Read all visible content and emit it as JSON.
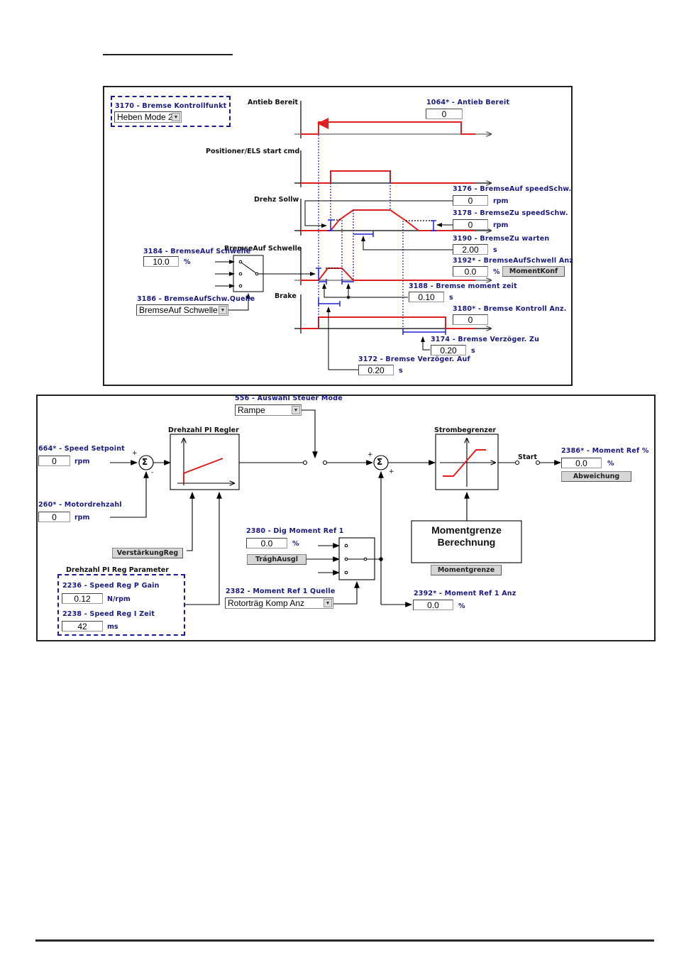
{
  "top_diagram": {
    "brake_mode": {
      "label": "3170 - Bremse Kontrollfunkt",
      "value": "Heben Mode 2"
    },
    "signals": {
      "drive_ready": "Antieb Bereit",
      "start_cmd": "Positioner/ELS start cmd",
      "speed_ref": "Drehz Sollw",
      "brake_open_threshold": "BremseAuf Schwelle",
      "brake": "Brake"
    },
    "drive_ready_readout": {
      "label": "1064* - Antieb Bereit",
      "value": "0"
    },
    "brake_open_speed": {
      "label": "3176 - BremseAuf speedSchw.",
      "value": "0",
      "unit": "rpm"
    },
    "brake_close_speed": {
      "label": "3178 - BremseZu speedSchw.",
      "value": "0",
      "unit": "rpm"
    },
    "brake_close_wait": {
      "label": "3190 - BremseZu warten",
      "value": "2.00",
      "unit": "s"
    },
    "brake_open_thresh_display": {
      "label": "3192* - BremseAufSchwell Anz",
      "value": "0.0",
      "unit": "%",
      "button": "MomentKonf"
    },
    "brake_torque_time": {
      "label": "3188 - Bremse moment zeit",
      "value": "0.10",
      "unit": "s"
    },
    "brake_control_display": {
      "label": "3180* - Bremse Kontroll Anz.",
      "value": "0"
    },
    "brake_delay_close": {
      "label": "3174 - Bremse Verzöger. Zu",
      "value": "0.20",
      "unit": "s"
    },
    "brake_delay_open": {
      "label": "3172 - Bremse Verzöger. Auf",
      "value": "0.20",
      "unit": "s"
    },
    "brake_open_threshold_param": {
      "label": "3184 - BremseAuf Schwelle",
      "value": "10.0",
      "unit": "%"
    },
    "brake_open_threshold_source": {
      "label": "3186 - BremseAufSchw.Quelle",
      "value": "BremseAuf Schwelle"
    }
  },
  "bottom_diagram": {
    "control_mode": {
      "label": "556 - Auswahl Steuer Mode",
      "value": "Rampe"
    },
    "speed_setpoint": {
      "label": "664* - Speed Setpoint",
      "value": "0",
      "unit": "rpm"
    },
    "motor_speed": {
      "label": "260* - Motordrehzahl",
      "value": "0",
      "unit": "rpm"
    },
    "speed_pi_title": "Drehzahl PI Regler",
    "gain_button": "VerstärkungReg",
    "pi_params": {
      "title": "Drehzahl PI Reg Parameter",
      "p_gain": {
        "label": "2236 - Speed Reg P Gain",
        "value": "0.12",
        "unit": "N/rpm"
      },
      "i_time": {
        "label": "2238 - Speed Reg I Zeit",
        "value": "42",
        "unit": "ms"
      }
    },
    "dig_torque_ref": {
      "label": "2380 - Dig Moment Ref 1",
      "value": "0.0",
      "unit": "%",
      "button": "TrághAusgl"
    },
    "torque_ref_source": {
      "label": "2382 - Moment Ref 1 Quelle",
      "value": "Rotorträg Komp Anz"
    },
    "torque_ref_display": {
      "label": "2392* - Moment Ref 1 Anz",
      "value": "0.0",
      "unit": "%"
    },
    "current_limiter_title": "Strombegrenzer",
    "torque_limit_calc": {
      "line1": "Momentgrenze",
      "line2": "Berechnung",
      "button": "Momentgrenze"
    },
    "start_label": "Start",
    "torque_ref_out": {
      "label": "2386* - Moment Ref %",
      "value": "0.0",
      "unit": "%",
      "button": "Abweichung"
    },
    "sum_symbol": "Σ",
    "plus": "+",
    "minus": "-"
  },
  "colors": {
    "signal": "#e02020",
    "timing": "#2020d0",
    "label": "#1a1a80"
  }
}
